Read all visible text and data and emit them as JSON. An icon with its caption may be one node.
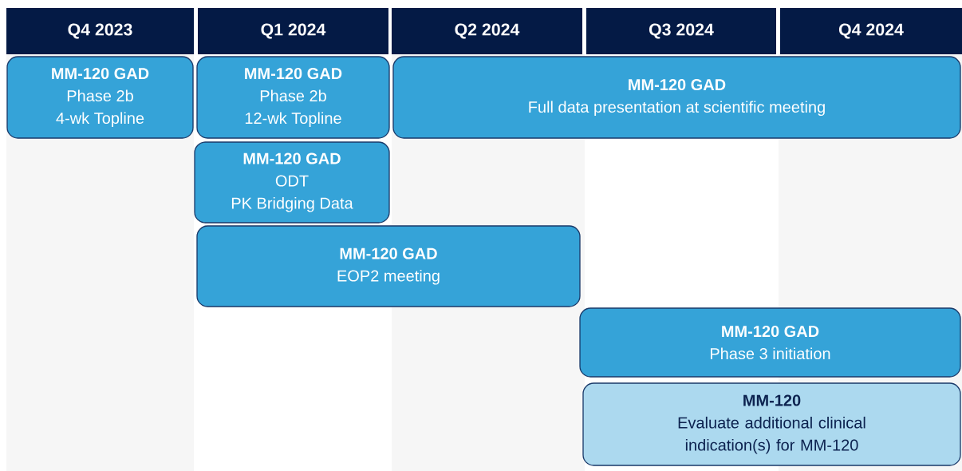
{
  "diagram": {
    "nodes": [
      {
        "text": [
          "Q4 2023"
        ]
      },
      {
        "text": [
          "Q1 2024"
        ]
      },
      {
        "text": [
          "Q2 2024"
        ]
      },
      {
        "text": [
          "Q3 2024"
        ]
      },
      {
        "text": [
          "Q4 2024"
        ]
      },
      {
        "text": [
          "MM-120 GAD",
          "Phase 2b",
          "4-wk Topline"
        ]
      },
      {
        "text": [
          "MM-120 GAD",
          "Phase 2b",
          "12-wk Topline"
        ]
      },
      {
        "text": [
          "MM-120 GAD",
          "Full data presentation at scientific meeting"
        ]
      },
      {
        "text": [
          "MM-120 GAD",
          "ODT",
          "PK Bridging Data"
        ]
      },
      {
        "text": [
          "MM-120 GAD",
          "EOP2 meeting"
        ]
      },
      {
        "text": [
          "MM-120 GAD",
          "Phase 3 initiation"
        ]
      },
      {
        "text": [
          "MM-120",
          "Evaluate additional clinical indication(s) for MM-120"
        ]
      }
    ]
  }
}
